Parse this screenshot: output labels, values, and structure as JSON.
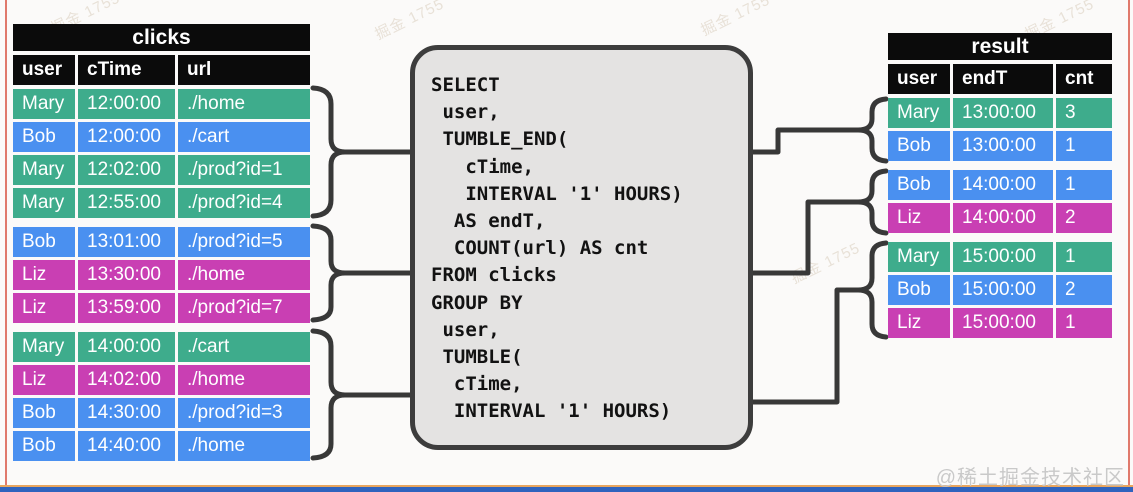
{
  "page": {
    "watermark_corner": "@稀土掘金技术社区",
    "watermark_tile": "掘金 1755"
  },
  "colors": {
    "green": "#3EAC8C",
    "blue": "#4A90F0",
    "magenta": "#C93FB3",
    "header_black": "#0B0B0B",
    "code_background": "#E4E3E2",
    "code_border": "#3D3D3D",
    "connector": "#383838",
    "frame_red": "#E0796C",
    "bottom_bar_blue": "#2F63BE"
  },
  "clicks_table": {
    "title": "clicks",
    "columns": [
      "user",
      "cTime",
      "url"
    ],
    "groups": [
      {
        "rows": [
          {
            "user": "Mary",
            "cTime": "12:00:00",
            "url": "./home",
            "color": "green"
          },
          {
            "user": "Bob",
            "cTime": "12:00:00",
            "url": "./cart",
            "color": "blue"
          },
          {
            "user": "Mary",
            "cTime": "12:02:00",
            "url": "./prod?id=1",
            "color": "green"
          },
          {
            "user": "Mary",
            "cTime": "12:55:00",
            "url": "./prod?id=4",
            "color": "green"
          }
        ]
      },
      {
        "rows": [
          {
            "user": "Bob",
            "cTime": "13:01:00",
            "url": "./prod?id=5",
            "color": "blue"
          },
          {
            "user": "Liz",
            "cTime": "13:30:00",
            "url": "./home",
            "color": "magenta"
          },
          {
            "user": "Liz",
            "cTime": "13:59:00",
            "url": "./prod?id=7",
            "color": "magenta"
          }
        ]
      },
      {
        "rows": [
          {
            "user": "Mary",
            "cTime": "14:00:00",
            "url": "./cart",
            "color": "green"
          },
          {
            "user": "Liz",
            "cTime": "14:02:00",
            "url": "./home",
            "color": "magenta"
          },
          {
            "user": "Bob",
            "cTime": "14:30:00",
            "url": "./prod?id=3",
            "color": "blue"
          },
          {
            "user": "Bob",
            "cTime": "14:40:00",
            "url": "./home",
            "color": "blue"
          }
        ]
      }
    ]
  },
  "sql_code": {
    "lines": [
      "SELECT",
      " user,",
      " TUMBLE_END(",
      "   cTime,",
      "   INTERVAL '1' HOURS)",
      "  AS endT,",
      "  COUNT(url) AS cnt",
      "FROM clicks",
      "GROUP BY",
      " user,",
      " TUMBLE(",
      "  cTime,",
      "  INTERVAL '1' HOURS)"
    ]
  },
  "result_table": {
    "title": "result",
    "columns": [
      "user",
      "endT",
      "cnt"
    ],
    "groups": [
      {
        "rows": [
          {
            "user": "Mary",
            "endT": "13:00:00",
            "cnt": "3",
            "color": "green"
          },
          {
            "user": "Bob",
            "endT": "13:00:00",
            "cnt": "1",
            "color": "blue"
          }
        ]
      },
      {
        "rows": [
          {
            "user": "Bob",
            "endT": "14:00:00",
            "cnt": "1",
            "color": "blue"
          },
          {
            "user": "Liz",
            "endT": "14:00:00",
            "cnt": "2",
            "color": "magenta"
          }
        ]
      },
      {
        "rows": [
          {
            "user": "Mary",
            "endT": "15:00:00",
            "cnt": "1",
            "color": "green"
          },
          {
            "user": "Bob",
            "endT": "15:00:00",
            "cnt": "2",
            "color": "blue"
          },
          {
            "user": "Liz",
            "endT": "15:00:00",
            "cnt": "1",
            "color": "magenta"
          }
        ]
      }
    ]
  }
}
